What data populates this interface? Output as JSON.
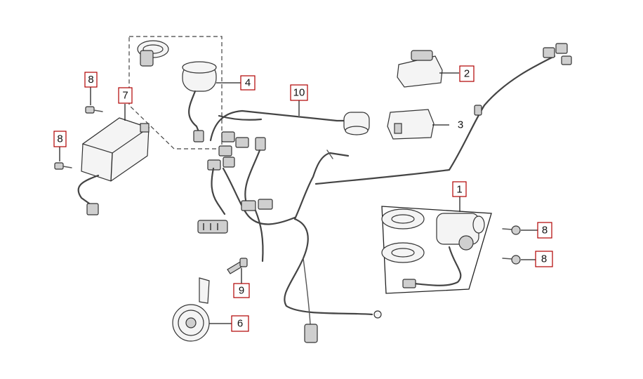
{
  "callouts": {
    "c1": "1",
    "c2": "2",
    "c3": "3",
    "c4": "4",
    "c6": "6",
    "c7": "7",
    "c8a": "8",
    "c8b": "8",
    "c8c": "8",
    "c8d": "8",
    "c9": "9",
    "c10": "10"
  },
  "colors": {
    "callout_border": "#b00000",
    "line": "#333333"
  }
}
